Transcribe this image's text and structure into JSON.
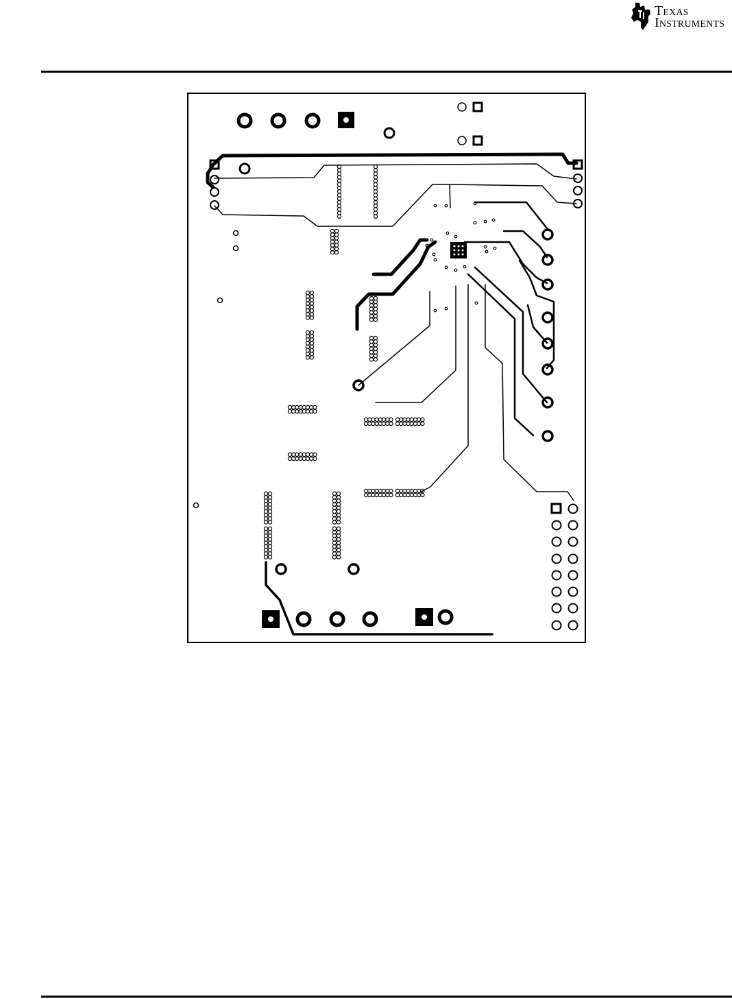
{
  "header": {
    "logo_line1": "Texas",
    "logo_line2": "Instruments",
    "logo_icon": "ti-state-logo-icon"
  },
  "figure": {
    "kind": "pcb-bottom-layer-artwork",
    "ink_color": "#000000",
    "background_color": "#ffffff"
  }
}
